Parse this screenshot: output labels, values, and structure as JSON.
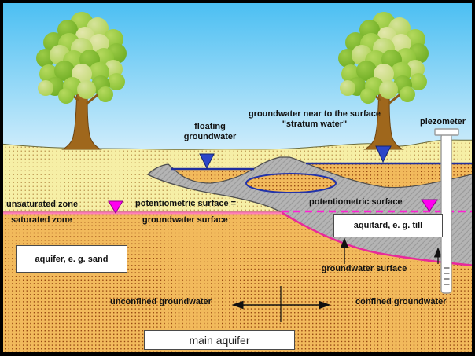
{
  "diagram_type": "groundwater cross-section schematic",
  "labels": {
    "floating_groundwater": "floating\ngroundwater",
    "stratum_water": "groundwater near to the surface\n\"stratum water\"",
    "piezometer": "piezometer",
    "unsaturated_zone": "unsaturated zone",
    "saturated_zone": "saturated zone",
    "potentiometric_eq": "potentiometric surface =",
    "groundwater_surface_left": "groundwater surface",
    "potentiometric_right": "potentiometric surface",
    "groundwater_surface_right": "groundwater surface",
    "unconfined": "unconfined groundwater",
    "confined": "confined groundwater"
  },
  "boxes": {
    "aquifer": "aquifer, e. g. sand",
    "aquitard": "aquitard, e. g. till",
    "main_aquifer": "main aquifer"
  },
  "colors": {
    "sky_top": "#49BEF2",
    "sky_bottom": "#DCF1FC",
    "unsaturated_bg": "#F6EFA6",
    "unsaturated_dot": "#B8904A",
    "saturated_bg": "#F2BA5C",
    "saturated_dot": "#96450F",
    "aquitard_gray": "#B4B4B4",
    "aquitard_hatch": "#9C9C9C",
    "water_table_navy": "#20309E",
    "potentiometric_magenta": "#FF00F0",
    "groundwater_line_pink": "#E8299B",
    "water_table_pink": "#FF82B8",
    "trunk_brown": "#9F671C",
    "foliage_green": "#8CC63F",
    "box_bg": "#FFFFFF"
  }
}
